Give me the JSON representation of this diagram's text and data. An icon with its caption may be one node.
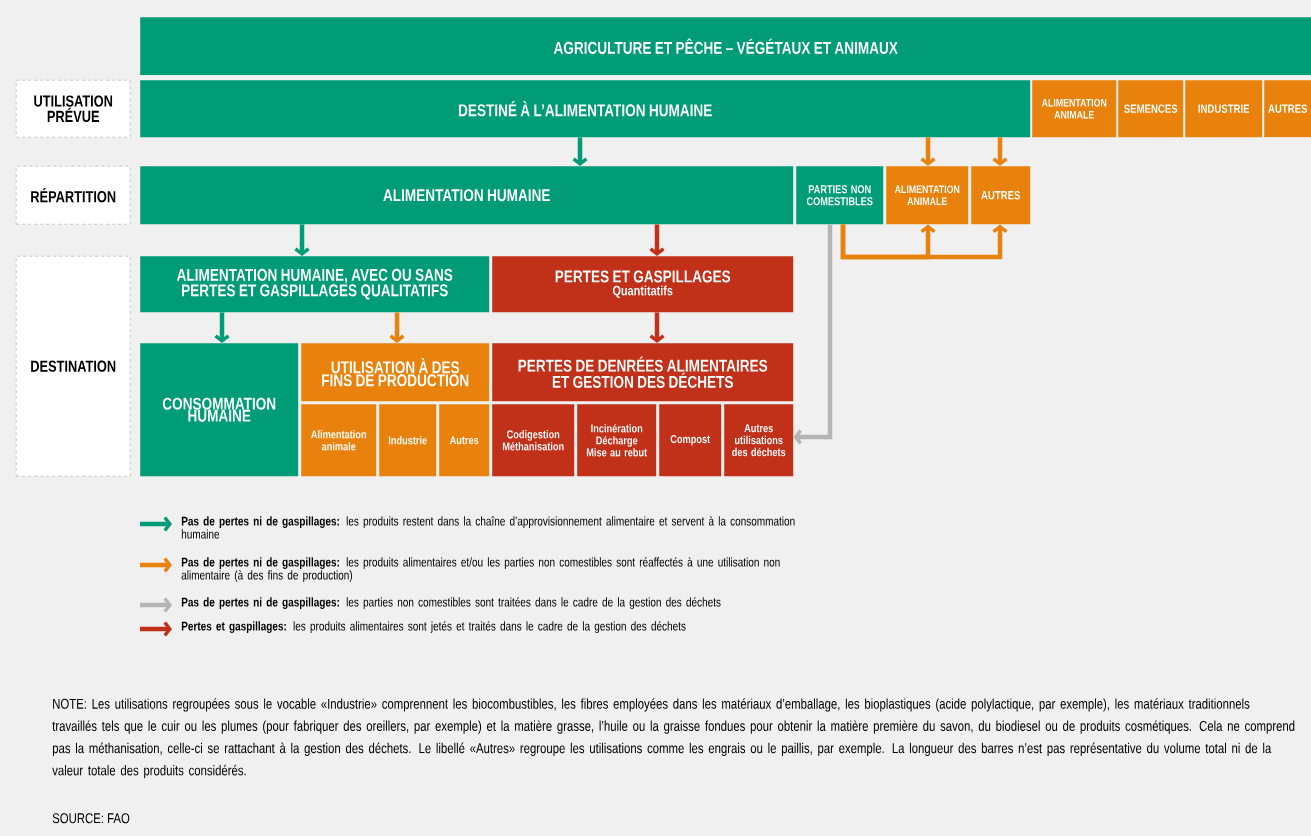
{
  "diagram": {
    "nodes": [
      {
        "text": [
          "AGRICULTURE ET PÊCHE – VÉGÉTAUX ET ANIMAUX"
        ]
      },
      {
        "text": [
          "UTILISATION PRÉVUE"
        ]
      },
      {
        "text": [
          "DESTINÉ À L’ALIMENTATION HUMAINE"
        ]
      },
      {
        "text": [
          "ALIMENTATION ANIMALE"
        ]
      },
      {
        "text": [
          "SEMENCES"
        ]
      },
      {
        "text": [
          "INDUSTRIE"
        ]
      },
      {
        "text": [
          "AUTRES"
        ]
      },
      {
        "text": [
          "RÉPARTITION"
        ]
      },
      {
        "text": [
          "ALIMENTATION HUMAINE"
        ]
      },
      {
        "text": [
          "PARTIES NON COMESTIBLES"
        ]
      },
      {
        "text": [
          "ALIMENTATION ANIMALE"
        ]
      },
      {
        "text": [
          "AUTRES"
        ]
      },
      {
        "text": [
          "DESTINATION"
        ]
      },
      {
        "text": [
          "ALIMENTATION HUMAINE, AVEC OU SANS PERTES ET GASPILLAGES QUALITATIFS"
        ]
      },
      {
        "text": [
          "PERTES ET GASPILLAGES",
          "Quantitatifs"
        ]
      },
      {
        "text": [
          "CONSOMMATION HUMAINE"
        ]
      },
      {
        "text": [
          "UTILISATION À DES FINS DE PRODUCTION"
        ]
      },
      {
        "text": [
          "Alimentation animale"
        ]
      },
      {
        "text": [
          "Industrie"
        ]
      },
      {
        "text": [
          "Autres"
        ]
      },
      {
        "text": [
          "PERTES DE DENRÉES ALIMENTAIRES ET GESTION DES DÉCHETS"
        ]
      },
      {
        "text": [
          "Codigestion Méthanisation"
        ]
      },
      {
        "text": [
          "Incinération Décharge Mise au rebut"
        ]
      },
      {
        "text": [
          "Compost"
        ]
      },
      {
        "text": [
          "Autres utilisations des déchets"
        ]
      }
    ],
    "edges": [
      {
        "from": 2,
        "to": 8,
        "arrow": "to",
        "color": "#009b77"
      },
      {
        "from": 2,
        "to": 10,
        "arrow": "to"
      },
      {
        "from": 2,
        "to": 11,
        "arrow": "to"
      },
      {
        "from": 8,
        "to": 13,
        "arrow": "to",
        "color": "#009b77"
      },
      {
        "from": 8,
        "to": 14,
        "arrow": "to",
        "color": "#c1311a"
      },
      {
        "from": 9,
        "to": 10,
        "arrow": "to"
      },
      {
        "from": 9,
        "to": 11,
        "arrow": "to"
      },
      {
        "from": 9,
        "to": 24,
        "arrow": "to",
        "color": "#b5b5b5"
      },
      {
        "from": 13,
        "to": 15,
        "arrow": "to",
        "color": "#009b77"
      },
      {
        "from": 13,
        "to": 16,
        "arrow": "to"
      },
      {
        "from": 14,
        "to": 20,
        "arrow": "to",
        "color": "#c1311a"
      }
    ],
    "legend": [
      {
        "text": "**Pas de pertes ni de gaspillages:** les produits restent dans la chaîne d’approvisionnement alimentaire et servent à la consommation humaine",
        "color": "#009b77"
      },
      {
        "text": "**Pas de pertes ni de gaspillages:** les produits alimentaires et/ou les parties non comestibles sont réaffectés à une utilisation non alimentaire (à des fins de production)",
        "color": "#e8820c"
      },
      {
        "text": "**Pas de pertes ni de gaspillages:** les parties non comestibles sont traitées dans le cadre de la gestion des déchets",
        "color": "#b5b5b5"
      },
      {
        "text": "**Pertes et gaspillages:** les produits alimentaires sont jetés et traités dans le cadre de la gestion des déchets",
        "color": "#c1311a"
      }
    ],
    "labels": [
      "NOTE: Les utilisations regroupées sous le vocable «Industrie» comprennent les biocombustibles, les fibres employées dans les matériaux d’emballage, les bioplastiques (acide polylactique, par exemple), les matériaux traditionnels travaillés tels que le cuir ou les plumes (pour fabriquer des oreillers, par exemple) et la matière grasse, l’huile ou la graisse fondues pour obtenir la matière première du savon, du biodiesel ou de produits cosmétiques. Cela ne comprend pas la méthanisation, celle-ci se rattachant à la gestion des déchets. Le libellé «Autres» regroupe les utilisations comme les engrais ou le paillis, par exemple. La longueur des barres n’est pas représentative du volume total ni de la valeur totale des produits considérés.",
      "SOURCE: FAO"
    ]
  }
}
